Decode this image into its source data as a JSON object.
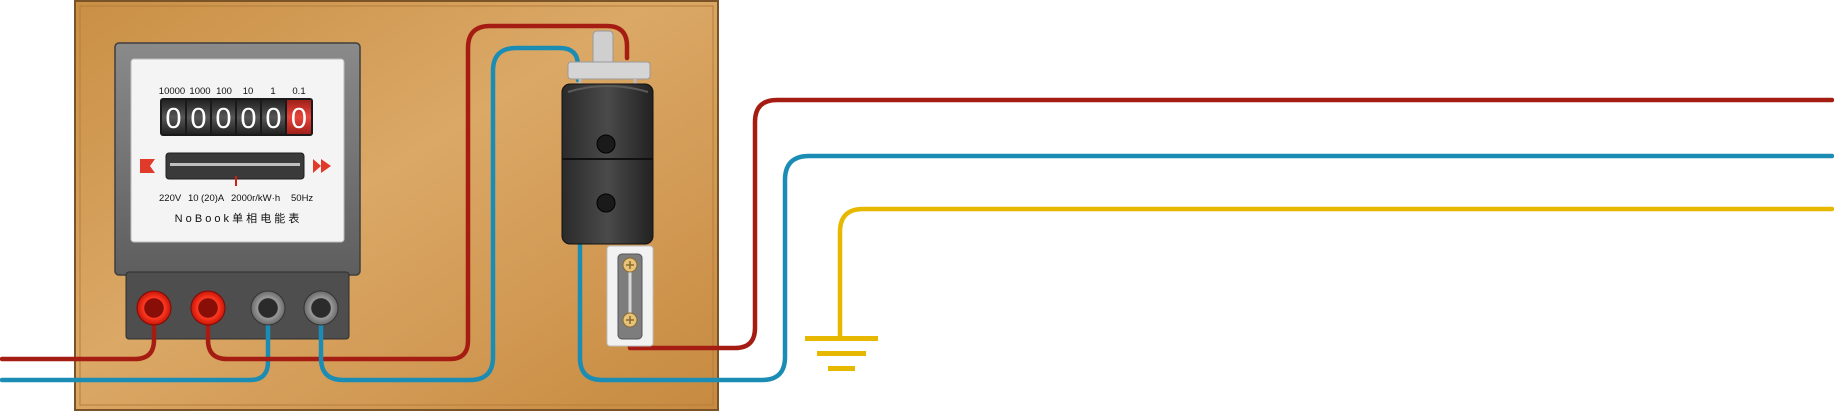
{
  "meter": {
    "scale_labels": [
      "10000",
      "1000",
      "100",
      "10",
      "1",
      "0.1"
    ],
    "digits": [
      "0",
      "0",
      "0",
      "0",
      "0",
      "0"
    ],
    "spec_voltage": "220V",
    "spec_current": "10",
    "spec_current_max": "(20)A",
    "spec_constant": "2000r/kW·h",
    "spec_frequency": "50Hz",
    "brand_label": "N o B o o k 单 相 电 能 表"
  },
  "colors": {
    "live": "#a51d12",
    "neutral": "#1b8db4",
    "ground": "#e6b800",
    "board": "#d9a05a",
    "terminal_red": "#e02010",
    "terminal_grey": "#5a5a5a"
  },
  "icons": {
    "switch": "knife-switch-icon",
    "fuse": "fuse-holder-icon",
    "ground": "ground-symbol-icon"
  }
}
